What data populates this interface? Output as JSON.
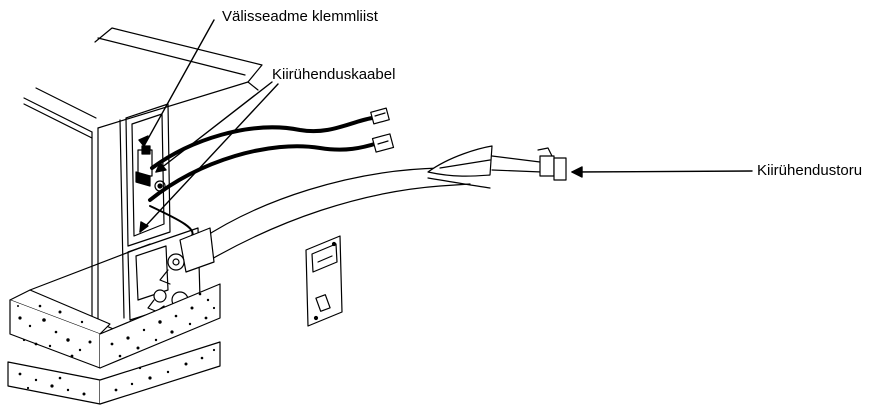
{
  "diagram": {
    "labels": {
      "terminal_block": "Välisseadme klemmliist",
      "connection_cable": "Kiirühenduskaabel",
      "connection_pipe": "Kiirühendustoru"
    },
    "colors": {
      "line": "#000000",
      "background": "#ffffff"
    }
  }
}
